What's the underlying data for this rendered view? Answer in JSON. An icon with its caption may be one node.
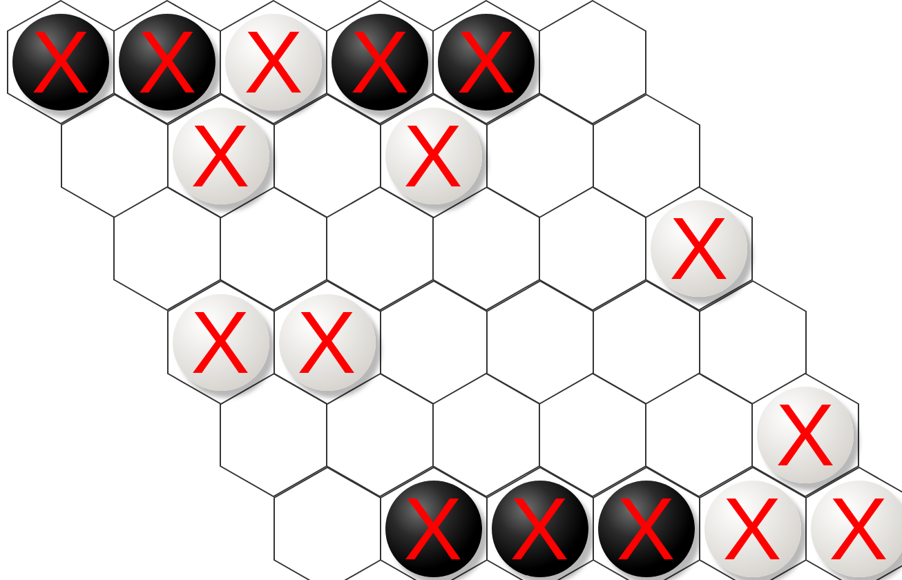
{
  "diagram": {
    "nodes": [
      {
        "text": [],
        "shape": "hexagon"
      },
      {
        "text": [
          "X"
        ],
        "in": 0
      },
      {
        "text": [],
        "shape": "hexagon"
      },
      {
        "text": [
          "X"
        ],
        "in": 2
      },
      {
        "text": [],
        "shape": "hexagon"
      },
      {
        "text": [
          "X"
        ],
        "in": 4
      },
      {
        "text": [],
        "shape": "hexagon"
      },
      {
        "text": [
          "X"
        ],
        "in": 6
      },
      {
        "text": [],
        "shape": "hexagon"
      },
      {
        "text": [
          "X"
        ],
        "in": 8
      },
      {
        "text": [],
        "shape": "hexagon"
      },
      {
        "text": [],
        "shape": "hexagon"
      },
      {
        "text": [],
        "shape": "hexagon"
      },
      {
        "text": [
          "X"
        ],
        "in": 12
      },
      {
        "text": [],
        "shape": "hexagon"
      },
      {
        "text": [],
        "shape": "hexagon"
      },
      {
        "text": [
          "X"
        ],
        "in": 15
      },
      {
        "text": [],
        "shape": "hexagon"
      },
      {
        "text": [],
        "shape": "hexagon"
      },
      {
        "text": [],
        "shape": "hexagon"
      },
      {
        "text": [],
        "shape": "hexagon"
      },
      {
        "text": [],
        "shape": "hexagon"
      },
      {
        "text": [],
        "shape": "hexagon"
      },
      {
        "text": [],
        "shape": "hexagon"
      },
      {
        "text": [],
        "shape": "hexagon"
      },
      {
        "text": [
          "X"
        ],
        "in": 24
      },
      {
        "text": [],
        "shape": "hexagon"
      },
      {
        "text": [
          "X"
        ],
        "in": 26
      },
      {
        "text": [],
        "shape": "hexagon"
      },
      {
        "text": [
          "X"
        ],
        "in": 28
      },
      {
        "text": [],
        "shape": "hexagon"
      },
      {
        "text": [],
        "shape": "hexagon"
      },
      {
        "text": [],
        "shape": "hexagon"
      },
      {
        "text": [],
        "shape": "hexagon"
      },
      {
        "text": [],
        "shape": "hexagon"
      },
      {
        "text": [],
        "shape": "hexagon"
      },
      {
        "text": [],
        "shape": "hexagon"
      },
      {
        "text": [],
        "shape": "hexagon"
      },
      {
        "text": [],
        "shape": "hexagon"
      },
      {
        "text": [],
        "shape": "hexagon"
      },
      {
        "text": [
          "X"
        ],
        "in": 39
      },
      {
        "text": [],
        "shape": "hexagon"
      },
      {
        "text": [],
        "shape": "hexagon"
      },
      {
        "text": [
          "X"
        ],
        "in": 42
      },
      {
        "text": [],
        "shape": "hexagon"
      },
      {
        "text": [
          "X"
        ],
        "in": 44
      },
      {
        "text": [],
        "shape": "hexagon"
      },
      {
        "text": [
          "X"
        ],
        "in": 46
      },
      {
        "text": [],
        "shape": "hexagon"
      },
      {
        "text": [
          "X"
        ],
        "in": 48
      },
      {
        "text": [],
        "shape": "hexagon"
      },
      {
        "text": [
          "X"
        ],
        "in": 50
      }
    ]
  }
}
